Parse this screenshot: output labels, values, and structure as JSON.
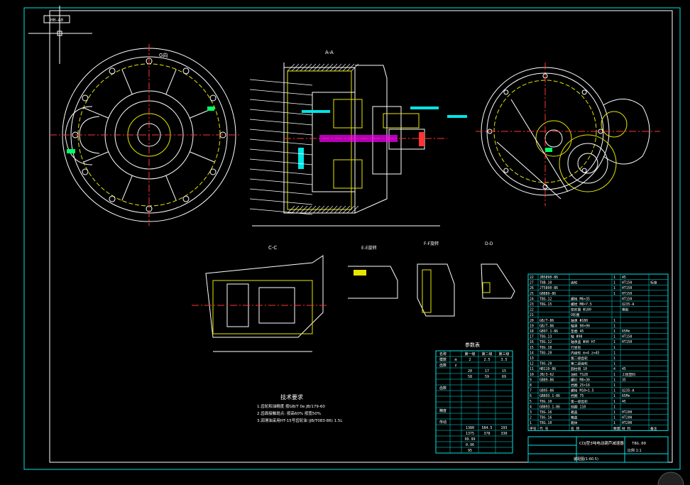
{
  "colors": {
    "background": "#000000",
    "frame": "#00e5e5",
    "outline": "#ffffff",
    "geometry": "#e6e600",
    "dimension": "#00e5e5",
    "center": "#ff3333",
    "highlight": "#00ff66",
    "hatch": "#ff00ff"
  },
  "stamp": "HH-A0",
  "views": {
    "front_view_label": "G向",
    "section_label": "A-A",
    "cc_label": "C-C",
    "ee_label": "E-E旋转",
    "ff_label": "F-F旋转",
    "dd_label": "D-D"
  },
  "tech": {
    "title": "技术要求",
    "lines": [
      "1.齿轮和油精度 按GB/T 0e    JB/179-60",
      "2.齿面接触斑点: 按高60% 按宽50%",
      "3.润滑油采用HT-15号齿轮油 (JB/T083-86) 1.5L"
    ]
  },
  "params": {
    "title": "参数表",
    "header": [
      "名称",
      "",
      "第一级",
      "第二级",
      "第三级"
    ],
    "rows": [
      [
        "模数",
        "m",
        "2",
        "2.5",
        "3.5"
      ],
      [
        "齿数",
        "z",
        "",
        "",
        ""
      ],
      [
        "",
        "",
        "20",
        "17",
        "15"
      ],
      [
        "",
        "",
        "58",
        "59",
        "69"
      ],
      [
        "",
        "",
        "",
        "",
        ""
      ],
      [
        "齿数",
        "",
        "",
        "",
        ""
      ],
      [
        "",
        "",
        "",
        "",
        ""
      ],
      [
        "",
        "",
        "",
        "",
        ""
      ],
      [
        "",
        "",
        "",
        "",
        ""
      ],
      [
        "精度",
        "",
        "",
        "",
        ""
      ],
      [
        "",
        "",
        "",
        "",
        ""
      ],
      [
        "传动",
        "",
        "",
        "",
        ""
      ],
      [
        "",
        "",
        "1380",
        "584.5",
        "193"
      ],
      [
        "",
        "",
        "1375",
        "378",
        "330"
      ],
      [
        "",
        "",
        "99.99",
        "",
        ""
      ],
      [
        "",
        "",
        "0.96",
        "",
        ""
      ],
      [
        "",
        "",
        "95",
        "",
        ""
      ]
    ]
  },
  "bom": {
    "rows": [
      [
        "22",
        "JB5890-86",
        "",
        "1",
        "45",
        ""
      ],
      [
        "27",
        "T8B.10",
        "齿轮",
        "1",
        "HT150",
        "标准"
      ],
      [
        "26",
        "JT5890-86",
        "",
        "1",
        "HT150",
        ""
      ],
      [
        "25",
        "GB889-86",
        "",
        "1",
        "HT150",
        ""
      ],
      [
        "24",
        "T8G.12",
        "螺栓 M6×35",
        "",
        "HT150",
        ""
      ],
      [
        "23",
        "T8G.15",
        "螺栓 M8×7.5",
        "",
        "Q235-A",
        ""
      ],
      [
        "22",
        "",
        "密封圈 Φ180",
        "",
        "橡胶",
        ""
      ],
      [
        "21",
        "",
        "O形圈",
        "",
        "",
        ""
      ],
      [
        "20",
        "GB/T-86",
        "轴承 Φ180",
        "1",
        "",
        ""
      ],
      [
        "19",
        "GB/T-86",
        "轴承 90×90",
        "1",
        "",
        ""
      ],
      [
        "18",
        "GB97.1-86",
        "垫圈 45",
        "1",
        "65Mn",
        ""
      ],
      [
        "17",
        "T8G.13",
        "轴 Φ90",
        "1",
        "HT150",
        ""
      ],
      [
        "16",
        "T8G.12",
        "轴承盖 Φ90 H7",
        "1",
        "HT150",
        ""
      ],
      [
        "15",
        "T8G.18",
        "行星轮",
        "1",
        "",
        ""
      ],
      [
        "14",
        "T8G.20",
        "内齿轮 m=4 z=45",
        "1",
        "",
        ""
      ],
      [
        "13",
        "",
        "第二级齿轮",
        "1",
        "",
        ""
      ],
      [
        "12",
        "T8G.20",
        "第二级齿轮",
        "1",
        "",
        ""
      ],
      [
        "11",
        "HB119-86",
        "圆柱销 10",
        "4",
        "45",
        ""
      ],
      [
        "10",
        "JB/3-62",
        "油标 TS28",
        "1",
        "工程塑料",
        ""
      ],
      [
        "9",
        "GB89-86",
        "螺钉 M8×30",
        "1",
        "35",
        ""
      ],
      [
        "8",
        "",
        "挡圈 25×16",
        "1",
        "",
        ""
      ],
      [
        "7",
        "GB95-86",
        "螺栓 M10×1.5",
        "1",
        "Q235-A",
        ""
      ],
      [
        "6",
        "GB893.1-86",
        "挡圈 75",
        "1",
        "65Mn",
        ""
      ],
      [
        "5",
        "T8G.10",
        "第一级齿轮",
        "1",
        "45",
        ""
      ],
      [
        "4",
        "GB893.1-86",
        "挡圈 110",
        "1",
        "",
        ""
      ],
      [
        "3",
        "T8G.16",
        "箱盖",
        "1",
        "HT200",
        ""
      ],
      [
        "2",
        "T8G.16",
        "箱盖",
        "1",
        "HT200",
        ""
      ],
      [
        "1",
        "T8G.10",
        "箱体",
        "1",
        "HT200",
        ""
      ]
    ],
    "footer_header": [
      "序号",
      "代  号",
      "名  称",
      "数量",
      "材  料",
      "备注"
    ],
    "drawing_title": "CDJ型3吨电动葫芦减速器",
    "drawing_no": "T8G.00",
    "scale": "比例 1:1",
    "sheet": "装配图(1:60.5)"
  }
}
